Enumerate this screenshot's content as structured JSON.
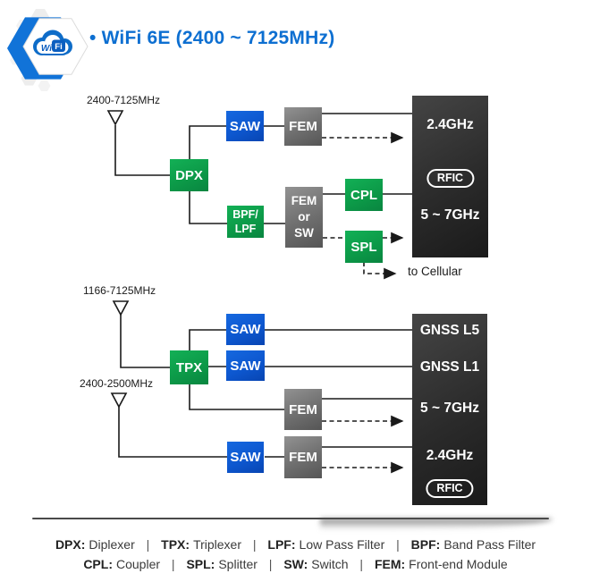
{
  "header": {
    "title": "• WiFi 6E (2400 ~ 7125MHz)",
    "logo": {
      "wi": "Wi",
      "fi": "Fi"
    }
  },
  "top_diagram": {
    "antenna_label": "2400-7125MHz",
    "dpx": "DPX",
    "saw": "SAW",
    "fem": "FEM",
    "bpf_lpf": "BPF/\nLPF",
    "fem_or_sw": "FEM\nor\nSW",
    "cpl": "CPL",
    "spl": "SPL",
    "rfic": {
      "band1": "2.4GHz",
      "badge": "RFIC",
      "band2": "5 ~ 7GHz"
    },
    "to_cellular": "to Cellular"
  },
  "bottom_diagram": {
    "antenna1_label": "1166-7125MHz",
    "antenna2_label": "2400-2500MHz",
    "tpx": "TPX",
    "saw1": "SAW",
    "saw2": "SAW",
    "saw3": "SAW",
    "fem1": "FEM",
    "fem2": "FEM",
    "rfic": {
      "band1": "GNSS L5",
      "band2": "GNSS L1",
      "band3": "5 ~ 7GHz",
      "band4": "2.4GHz",
      "badge": "RFIC"
    }
  },
  "legend": {
    "separator": "|",
    "row1": [
      {
        "abbr": "DPX:",
        "def": "Diplexer"
      },
      {
        "abbr": "TPX:",
        "def": "Triplexer"
      },
      {
        "abbr": "LPF:",
        "def": "Low Pass Filter"
      },
      {
        "abbr": "BPF:",
        "def": "Band Pass Filter"
      }
    ],
    "row2": [
      {
        "abbr": "CPL:",
        "def": "Coupler"
      },
      {
        "abbr": "SPL:",
        "def": "Splitter"
      },
      {
        "abbr": "SW:",
        "def": "Switch"
      },
      {
        "abbr": "FEM:",
        "def": "Front-end Module"
      }
    ]
  },
  "colors": {
    "title_blue": "#0d6fd1",
    "block_green": "#0c9a48",
    "block_blue": "#0d57cf",
    "block_gray": "#6e6e6e",
    "rfic_dark": "#2b2b2b",
    "line": "#1a1a1a"
  }
}
